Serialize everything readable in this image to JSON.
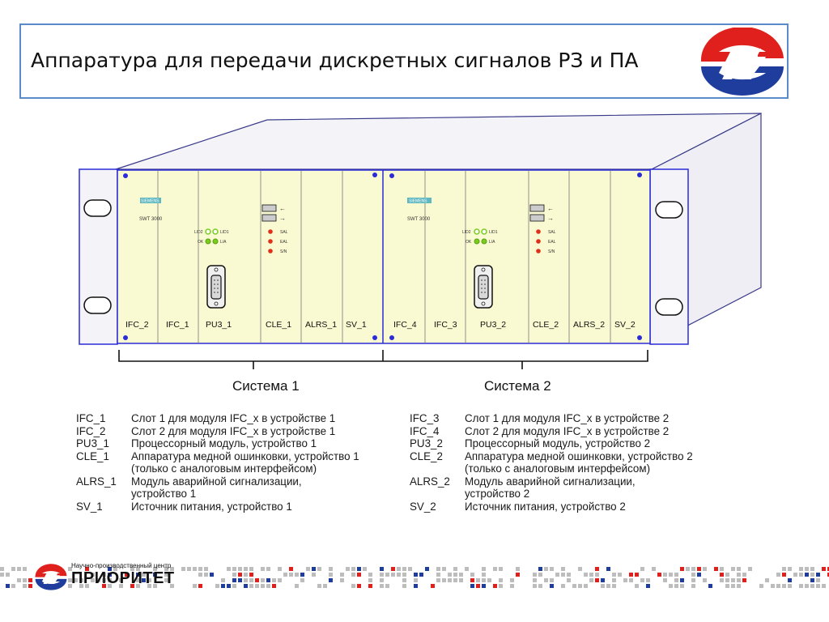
{
  "header": {
    "title": "Аппаратура для передачи дискретных сигналов РЗ и ПА",
    "logo_colors": {
      "red": "#e0201c",
      "blue": "#1f3d9c"
    }
  },
  "rack": {
    "colors": {
      "panel": "#fafad2",
      "frame": "#2b2bd8",
      "housing": "#f3f3f8",
      "housing_edge": "#3a3a8a",
      "led_green": "#7acc1f",
      "led_red": "#e0301a",
      "siemens_badge": "#5fb8c0"
    },
    "system1": {
      "slots": [
        "IFC_2",
        "IFC_1",
        "PU3_1",
        "CLE_1",
        "ALRS_1",
        "SV_1"
      ],
      "brand": "SIEMENS",
      "model": "SWT 3000",
      "pu_leds": [
        "LID2",
        "LID1",
        "OK",
        "L/A"
      ],
      "cle_leds": [
        "SAL",
        "EAL",
        "S/N"
      ]
    },
    "system2": {
      "slots": [
        "IFC_4",
        "IFC_3",
        "PU3_2",
        "CLE_2",
        "ALRS_2",
        "SV_2"
      ],
      "brand": "SIEMENS",
      "model": "SWT 3000",
      "pu_leds": [
        "LID2",
        "LID1",
        "OK",
        "L/A"
      ],
      "cle_leds": [
        "SAL",
        "EAL",
        "S/N"
      ]
    },
    "system_labels": [
      "Система 1",
      "Система 2"
    ]
  },
  "legend": {
    "left": [
      {
        "code": "IFC_1",
        "desc": "Слот 1 для модуля IFC_x в устройстве 1"
      },
      {
        "code": "IFC_2",
        "desc": "Слот 2 для модуля IFC_x в устройстве 1"
      },
      {
        "code": "PU3_1",
        "desc": "Процессорный модуль, устройство 1"
      },
      {
        "code": "CLE_1",
        "desc": "Аппаратура медной ошинковки, устройство 1\n(только с аналоговым интерфейсом)"
      },
      {
        "code": "ALRS_1",
        "desc": "Модуль аварийной сигнализации,\nустройство 1"
      },
      {
        "code": "SV_1",
        "desc": "Источник питания, устройство 1"
      }
    ],
    "right": [
      {
        "code": "IFC_3",
        "desc": "Слот 1 для модуля IFC_x в устройстве 2"
      },
      {
        "code": "IFC_4",
        "desc": "Слот 2 для модуля IFC_x в устройстве 2"
      },
      {
        "code": "PU3_2",
        "desc": "Процессорный модуль, устройство 2"
      },
      {
        "code": "CLE_2",
        "desc": "Аппаратура медной ошинковки, устройство 2\n(только с аналоговым интерфейсом)"
      },
      {
        "code": "ALRS_2",
        "desc": "Модуль аварийной сигнализации,\nустройство 2"
      },
      {
        "code": "SV_2",
        "desc": "Источник питания, устройство 2"
      }
    ]
  },
  "footer": {
    "small_text": "Научно-производственный центр",
    "name": "ПРИОРИТЕТ",
    "pattern_colors": [
      "#e0201c",
      "#1f3d9c",
      "#bdbdbd"
    ]
  }
}
